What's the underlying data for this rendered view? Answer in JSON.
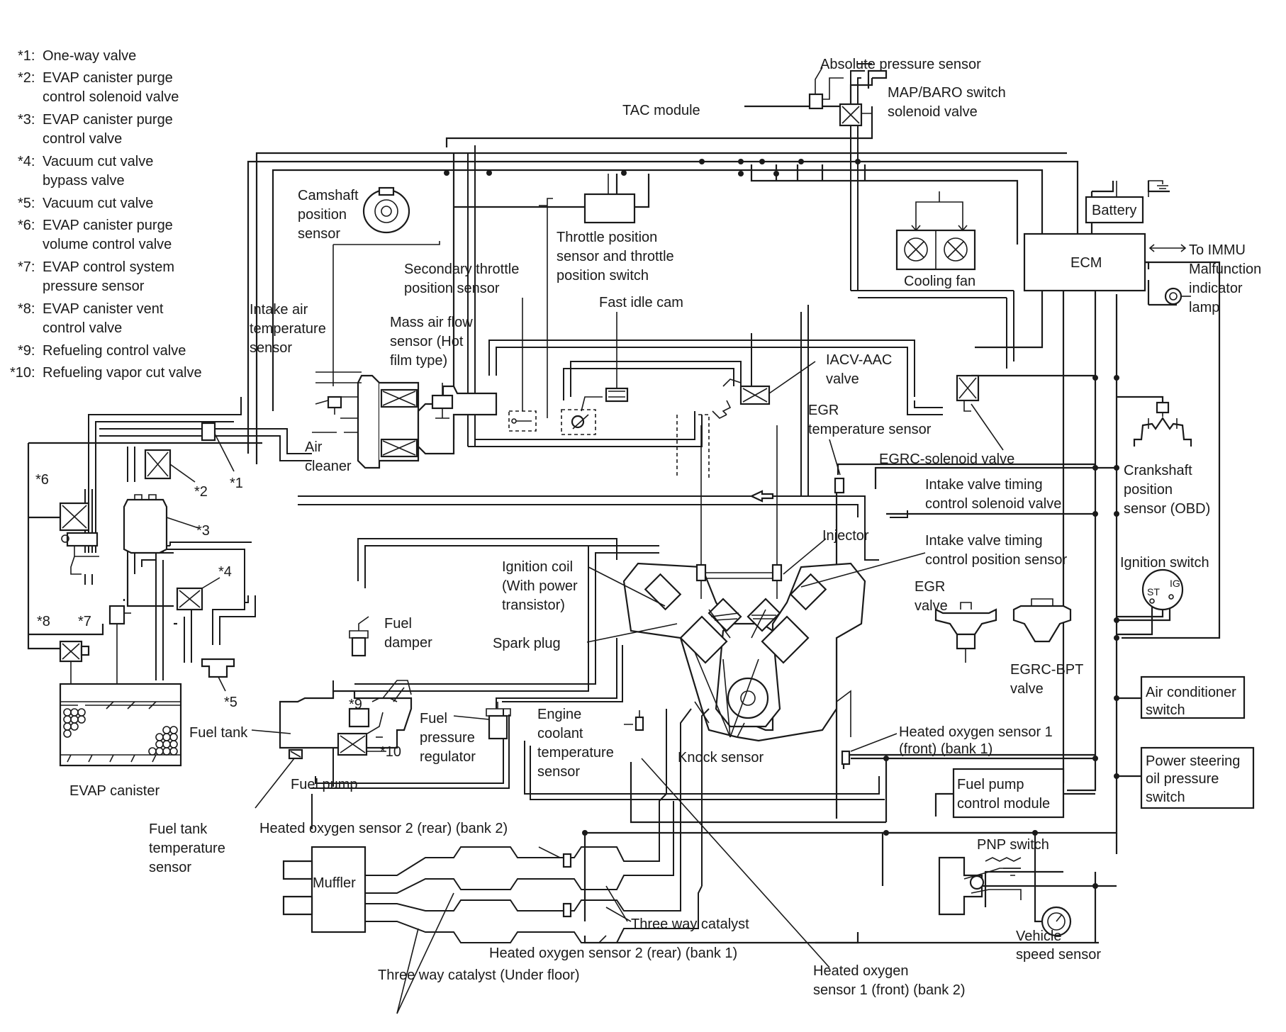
{
  "legend": [
    {
      "key": "*1:",
      "text": [
        "One-way valve"
      ]
    },
    {
      "key": "*2:",
      "text": [
        "EVAP canister purge",
        "control solenoid valve"
      ]
    },
    {
      "key": "*3:",
      "text": [
        "EVAP canister purge",
        "control valve"
      ]
    },
    {
      "key": "*4:",
      "text": [
        "Vacuum cut valve",
        "bypass valve"
      ]
    },
    {
      "key": "*5:",
      "text": [
        "Vacuum cut valve"
      ]
    },
    {
      "key": "*6:",
      "text": [
        "EVAP canister purge",
        "volume control valve"
      ]
    },
    {
      "key": "*7:",
      "text": [
        "EVAP control system",
        "pressure sensor"
      ]
    },
    {
      "key": "*8:",
      "text": [
        "EVAP canister vent",
        "control valve"
      ]
    },
    {
      "key": "*9:",
      "text": [
        "Refueling control valve"
      ]
    },
    {
      "key": "*10:",
      "text": [
        "Refueling vapor cut valve"
      ]
    }
  ],
  "labels": {
    "abs_pressure": "Absolute pressure sensor",
    "map_baro_1": "MAP/BARO switch",
    "map_baro_2": "solenoid valve",
    "tac": "TAC module",
    "cam_1": "Camshaft",
    "cam_2": "position",
    "cam_3": "sensor",
    "tps_1": "Throttle position",
    "tps_2": "sensor and throttle",
    "tps_3": "position switch",
    "sec_tps_1": "Secondary throttle",
    "sec_tps_2": "position sensor",
    "battery": "Battery",
    "ecm": "ECM",
    "immu": "To IMMU",
    "mil_1": "Malfunction",
    "mil_2": "indicator",
    "mil_3": "lamp",
    "cooling_fan": "Cooling fan",
    "iat_1": "Intake air",
    "iat_2": "temperature",
    "iat_3": "sensor",
    "maf_1": "Mass air flow",
    "maf_2": "sensor (Hot",
    "maf_3": "film type)",
    "fast_idle": "Fast idle cam",
    "iacv_1": "IACV-AAC",
    "iacv_2": "valve",
    "egr_temp_1": "EGR",
    "egr_temp_2": "temperature sensor",
    "egrc_sol": "EGRC-solenoid valve",
    "air_cleaner_1": "Air",
    "air_cleaner_2": "cleaner",
    "crank_1": "Crankshaft",
    "crank_2": "position",
    "crank_3": "sensor (OBD)",
    "ivt_sol_1": "Intake valve timing",
    "ivt_sol_2": "control solenoid valve",
    "injector": "Injector",
    "ivt_pos_1": "Intake valve timing",
    "ivt_pos_2": "control position sensor",
    "ign_switch": "Ignition switch",
    "st": "ST",
    "ig": "IG",
    "ign_coil_1": "Ignition coil",
    "ign_coil_2": "(With power",
    "ign_coil_3": "transistor)",
    "egr_valve_1": "EGR",
    "egr_valve_2": "valve",
    "egrc_bpt_1": "EGRC-BPT",
    "egrc_bpt_2": "valve",
    "fuel_damper_1": "Fuel",
    "fuel_damper_2": "damper",
    "spark_plug": "Spark plug",
    "ac_switch_1": "Air conditioner",
    "ac_switch_2": "switch",
    "ect_1": "Engine",
    "ect_2": "coolant",
    "ect_3": "temperature",
    "ect_4": "sensor",
    "fpr_1": "Fuel",
    "fpr_2": "pressure",
    "fpr_3": "regulator",
    "ho2s1_b1_1": "Heated oxygen sensor 1",
    "ho2s1_b1_2": "(front) (bank 1)",
    "ps_switch_1": "Power steering",
    "ps_switch_2": "oil pressure",
    "ps_switch_3": "switch",
    "fuel_tank": "Fuel tank",
    "knock": "Knock sensor",
    "fuel_pump": "Fuel pump",
    "fpcm_1": "Fuel pump",
    "fpcm_2": "control module",
    "evap_canister": "EVAP canister",
    "ftt_1": "Fuel tank",
    "ftt_2": "temperature",
    "ftt_3": "sensor",
    "ho2s2_b2": "Heated oxygen sensor 2 (rear) (bank 2)",
    "pnp": "PNP switch",
    "muffler": "Muffler",
    "twc": "Three way catalyst",
    "vss_1": "Vehicle",
    "vss_2": "speed sensor",
    "ho2s2_b1": "Heated oxygen sensor 2 (rear) (bank 1)",
    "twc_floor": "Three way catalyst (Under floor)",
    "ho2s1_b2_1": "Heated oxygen",
    "ho2s1_b2_2": "sensor 1 (front) (bank 2)",
    "star1": "*1",
    "star2": "*2",
    "star3": "*3",
    "star4": "*4",
    "star5": "*5",
    "star6": "*6",
    "star7": "*7",
    "star8": "*8",
    "star9": "*9",
    "star10": "*10"
  }
}
